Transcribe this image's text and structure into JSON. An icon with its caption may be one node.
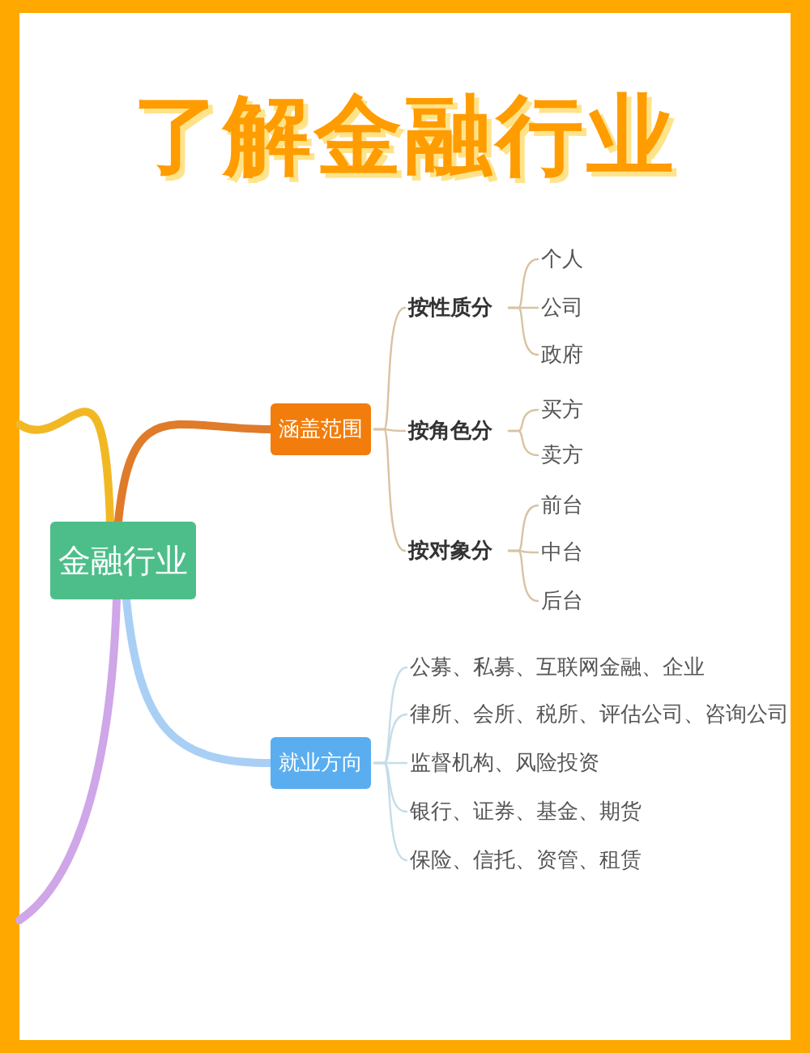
{
  "diagram": {
    "title": "了解金融行业",
    "nodes": [
      {
        "text": [
          "金融行业"
        ]
      },
      {
        "text": [
          "涵盖范围"
        ]
      },
      {
        "text": [
          "按性质分"
        ]
      },
      {
        "text": [
          "个人"
        ]
      },
      {
        "text": [
          "公司"
        ]
      },
      {
        "text": [
          "政府"
        ]
      },
      {
        "text": [
          "按角色分"
        ]
      },
      {
        "text": [
          "买方"
        ]
      },
      {
        "text": [
          "卖方"
        ]
      },
      {
        "text": [
          "按对象分"
        ]
      },
      {
        "text": [
          "前台"
        ]
      },
      {
        "text": [
          "中台"
        ]
      },
      {
        "text": [
          "后台"
        ]
      },
      {
        "text": [
          "就业方向"
        ]
      },
      {
        "text": [
          "公募、私募、互联网金融、企业"
        ]
      },
      {
        "text": [
          "律所、会所、税所、评估公司、咨询公司"
        ]
      },
      {
        "text": [
          "监督机构、风险投资"
        ]
      },
      {
        "text": [
          "银行、证券、基金、期货"
        ]
      },
      {
        "text": [
          "保险、信托、资管、租赁"
        ]
      }
    ],
    "edges": [
      {
        "from": 0,
        "to": null,
        "arrow": "none",
        "style": "thick",
        "color": "#f2b824"
      },
      {
        "from": 0,
        "to": 1,
        "arrow": "none",
        "style": "thick",
        "color": "#e07b2a"
      },
      {
        "from": 0,
        "to": 13,
        "arrow": "none",
        "style": "thick",
        "color": "#a9cff5"
      },
      {
        "from": 0,
        "to": null,
        "arrow": "none",
        "style": "thick",
        "color": "#cfa6e8"
      },
      {
        "from": 1,
        "to": 2,
        "arrow": "none"
      },
      {
        "from": 1,
        "to": 6,
        "arrow": "none"
      },
      {
        "from": 1,
        "to": 9,
        "arrow": "none"
      },
      {
        "from": 2,
        "to": 3,
        "arrow": "none"
      },
      {
        "from": 2,
        "to": 4,
        "arrow": "none"
      },
      {
        "from": 2,
        "to": 5,
        "arrow": "none"
      },
      {
        "from": 6,
        "to": 7,
        "arrow": "none"
      },
      {
        "from": 6,
        "to": 8,
        "arrow": "none"
      },
      {
        "from": 9,
        "to": 10,
        "arrow": "none"
      },
      {
        "from": 9,
        "to": 11,
        "arrow": "none"
      },
      {
        "from": 9,
        "to": 12,
        "arrow": "none"
      },
      {
        "from": 13,
        "to": 14,
        "arrow": "none",
        "color": "#c5dde8"
      },
      {
        "from": 13,
        "to": 15,
        "arrow": "none",
        "color": "#c5dde8"
      },
      {
        "from": 13,
        "to": 16,
        "arrow": "none",
        "color": "#c5dde8"
      },
      {
        "from": 13,
        "to": 17,
        "arrow": "none",
        "color": "#c5dde8"
      },
      {
        "from": 13,
        "to": 18,
        "arrow": "none",
        "color": "#c5dde8"
      }
    ]
  }
}
